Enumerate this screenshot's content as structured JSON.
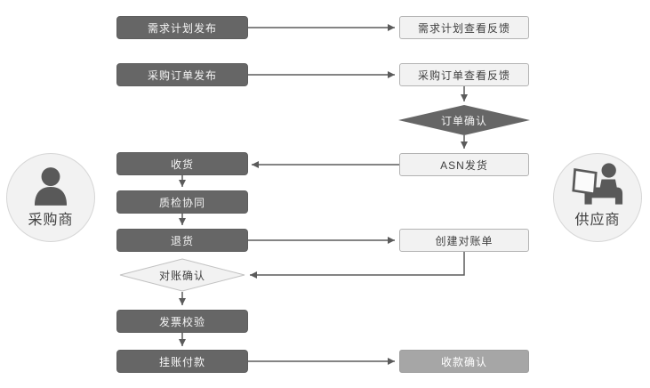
{
  "actors": {
    "buyer": {
      "label": "采购商",
      "icon": "person-bust-icon"
    },
    "supplier": {
      "label": "供应商",
      "icon": "person-laptop-icon"
    }
  },
  "nodes": {
    "demand_plan_publish": "需求计划发布",
    "po_publish": "采购订单发布",
    "receive_goods": "收货",
    "quality_check": "质检协同",
    "return_goods": "退货",
    "reconcile_confirm": "对账确认",
    "invoice_verify": "发票校验",
    "payment": "挂账付款",
    "demand_plan_feedback": "需求计划查看反馈",
    "po_feedback": "采购订单查看反馈",
    "order_confirm": "订单确认",
    "asn_ship": "ASN发货",
    "create_statement": "创建对账单",
    "receipt_confirm": "收款确认"
  },
  "colors": {
    "dark_box": "#666666",
    "light_box_bg": "#f2f2f2",
    "light_box_border": "#b3b3b3",
    "muted_box": "#a6a6a6",
    "arrow": "#5b5b5b",
    "circle_bg": "#f2f2f2",
    "circle_border": "#d6d6d6",
    "icon": "#595959",
    "text_dark": "#3f3f3f",
    "text_light": "#ffffff"
  }
}
